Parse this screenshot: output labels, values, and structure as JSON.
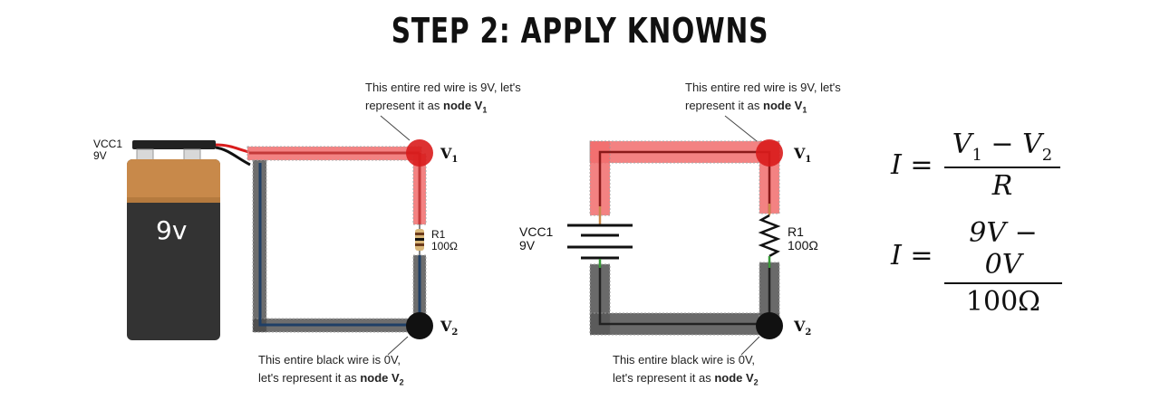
{
  "title": "STEP 2: APPLY KNOWNS",
  "left_diagram": {
    "battery_label": "9v",
    "vcc_name": "VCC1",
    "vcc_value": "9V",
    "resistor_name": "R1",
    "resistor_value": "100Ω",
    "red_caption_line1": "This entire red wire is 9V, let's",
    "red_caption_line2_pre": "represent it as ",
    "red_caption_node": "node V",
    "red_caption_sub": "1",
    "black_caption_line1": "This entire black wire is 0V,",
    "black_caption_line2_pre": "let's represent it as ",
    "black_caption_node": "node V",
    "black_caption_sub": "2",
    "node_top": "V",
    "node_top_sub": "1",
    "node_bottom": "V",
    "node_bottom_sub": "2"
  },
  "right_diagram": {
    "vcc_name": "VCC1",
    "vcc_value": "9V",
    "resistor_name": "R1",
    "resistor_value": "100Ω",
    "red_caption_line1": "This entire red wire is 9V, let's",
    "red_caption_line2_pre": "represent it as ",
    "red_caption_node": "node V",
    "red_caption_sub": "1",
    "black_caption_line1": "This entire black wire is 0V,",
    "black_caption_line2_pre": "let's represent it as ",
    "black_caption_node": "node V",
    "black_caption_sub": "2",
    "node_top": "V",
    "node_top_sub": "1",
    "node_bottom": "V",
    "node_bottom_sub": "2"
  },
  "equations": {
    "eq1_lhs": "I =",
    "eq1_num_a": "V",
    "eq1_num_a_sub": "1",
    "eq1_num_op": " − ",
    "eq1_num_b": "V",
    "eq1_num_b_sub": "2",
    "eq1_den": "R",
    "eq2_lhs": "I =",
    "eq2_num": "9V − 0V",
    "eq2_den": "100Ω"
  },
  "colors": {
    "red_highlight": "#f26d6d",
    "red_node": "#d91c1c",
    "black_node": "#111111",
    "gray_highlight": "#6b6b6b",
    "blue_wire": "#1f3f66",
    "battery_orange": "#c8894a",
    "battery_dark": "#333333"
  }
}
